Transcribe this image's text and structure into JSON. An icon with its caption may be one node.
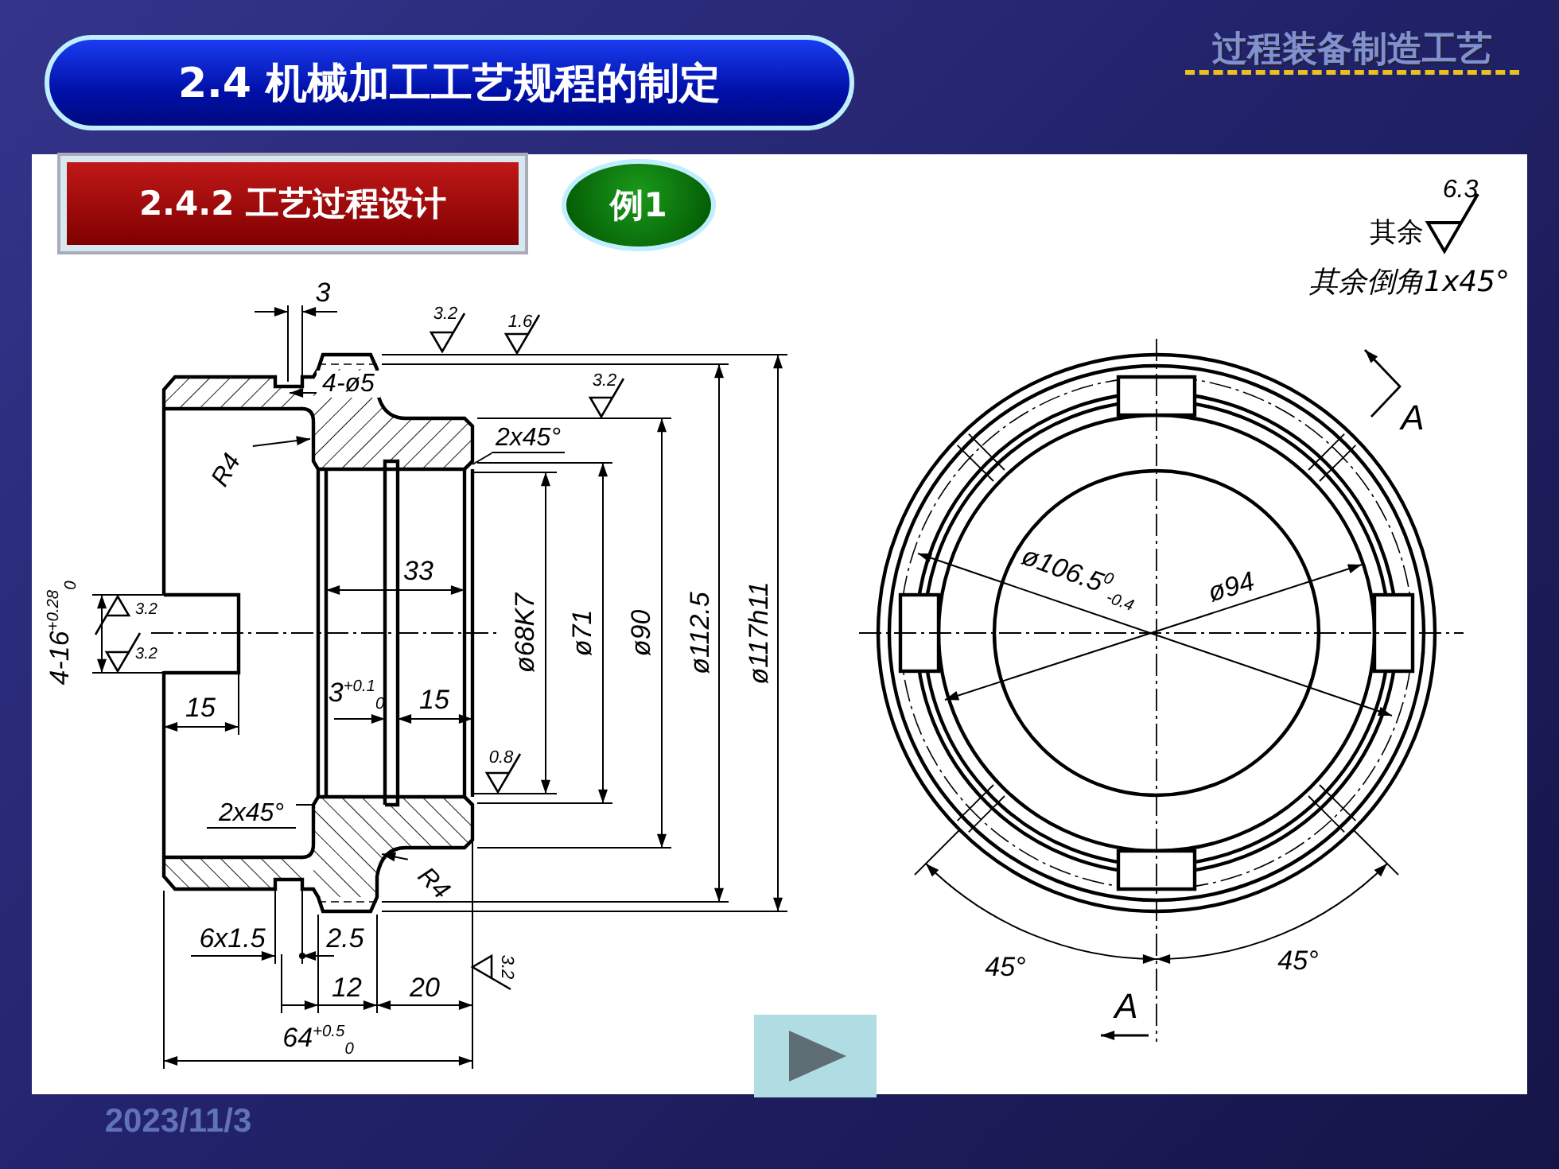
{
  "diagram": {
    "nodes": [
      {
        "text": [
          "2.4 机械加工工艺规程的制定"
        ]
      },
      {
        "text": [
          "2.4.2 工艺过程设计"
        ]
      },
      {
        "text": [
          "例1"
        ]
      },
      {
        "text": [
          "4-ø5"
        ]
      },
      {
        "text": [
          "R4"
        ]
      },
      {
        "text": [
          "2x45°"
        ]
      },
      {
        "text": [
          "2x45°"
        ]
      },
      {
        "text": [
          "R4"
        ]
      }
    ],
    "edges": [
      {
        "from": 3,
        "to": null,
        "arrow": "to"
      },
      {
        "from": 4,
        "to": null,
        "arrow": "to"
      },
      {
        "from": 5,
        "to": null,
        "arrow": "none"
      },
      {
        "from": 6,
        "to": null,
        "arrow": "none"
      },
      {
        "from": 7,
        "to": null,
        "arrow": "to"
      }
    ],
    "labels": [
      "过程装备制造工艺",
      "6.3",
      "其余",
      "其余倒角1x45°",
      "3",
      "3.2",
      "1.6",
      "3.2",
      "A",
      "4-16$^{+0.28}$$_{0}$",
      "3.2",
      "3.2",
      "33",
      "ø106.5$^{0}$$_{-0.4}$",
      "ø94",
      "ø68K7",
      "ø71",
      "ø90",
      "ø112.5",
      "ø117h11",
      "15",
      "3$^{+0.1}$$_{0}$",
      "15",
      "0.8",
      "6x1.5",
      "2.5",
      "45°",
      "45°",
      "12",
      "20",
      "3.2",
      "A",
      "64$^{+0.5}$$_{0}$",
      "2023/11/3"
    ]
  }
}
